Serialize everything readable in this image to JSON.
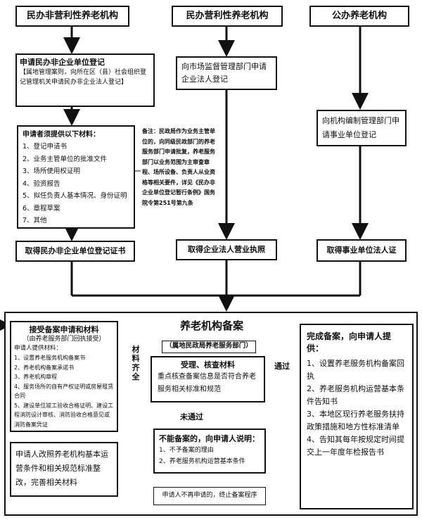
{
  "top": {
    "col1": "民办非营利性养老机构",
    "col2": "民办营利性养老机构",
    "col3": "公办养老机构"
  },
  "row2": {
    "col1_title": "申请民办非企业单位登记",
    "col1_body": "【属地管理案则，向所在区（县）社会组织登记管理机关申请民办非企业法人登记】",
    "col2": "向市场监督管理部门申请企业法人登记",
    "col3": "向机构编制管理部门申请事业单位登记"
  },
  "materials": {
    "title": "申请者须提供以下材料：",
    "items": [
      "1、登记申请书",
      "2、业务主管单位的批准文件",
      "3、场所使用权证明",
      "4、验资报告",
      "5、拟任负责人基本情况、身份证明",
      "6、章程草案",
      "7、其他"
    ]
  },
  "note": "备注：民政局作为业务主管单位的，向同级民政部门的养老服务部门申请批复，养老服务部门以业务范围为主审查章程、场所设备、负责人从业资格等相关要件，详见《民办非企业单位登记暂行条例》国务院令第251号第九条",
  "row4": {
    "col1": "取得民办非企业单位登记证书",
    "col2": "取得企业法人营业执照",
    "col3": "取得事业单位法人证"
  },
  "filing": {
    "title": "养老机构备案",
    "dept": "（属地民政局养老服务部门）",
    "accept_title": "接受备案申请和材料",
    "accept_sub": "（由养老服务部门回执接受）",
    "accept_head": "申请人提供材料：",
    "accept_items": [
      "1、设置养老服务机构备案书",
      "2、养老机构备案承诺书",
      "3、养老机构章程",
      "4、服务场所的自有产权证明或房屋租赁合同",
      "5、建设单位竣工验收合格证明、建设工程消防设计审核、消防验收合格意见或消防备案凭证"
    ],
    "materials_ok": "材料齐全",
    "review_title": "受理、核查材料",
    "review_body": "重点核查备案信息是否符合养老服务相关标准和规范",
    "pass": "通过",
    "fail": "未通过",
    "complete_title": "完成备案，向申请人提供：",
    "complete_items": [
      "1、设置养老服务机构备案回执",
      "2、养老服务机构运营基本条件告知书",
      "3、本地区现行养老服务扶持政策措施和地方性标准清单",
      "4、告知其每年按规定时间提交上一年度年检报告书"
    ],
    "reject_title": "不能备案的，向申请人说明：",
    "reject_items": [
      "1、不予备案的理由",
      "2、养老服务机构运营基本条件"
    ],
    "rework": "申请人改照养老机构基本运营条件和相关规范标准整改，完善相关材料",
    "end": "申请人不再申请的，终止备案程序"
  }
}
